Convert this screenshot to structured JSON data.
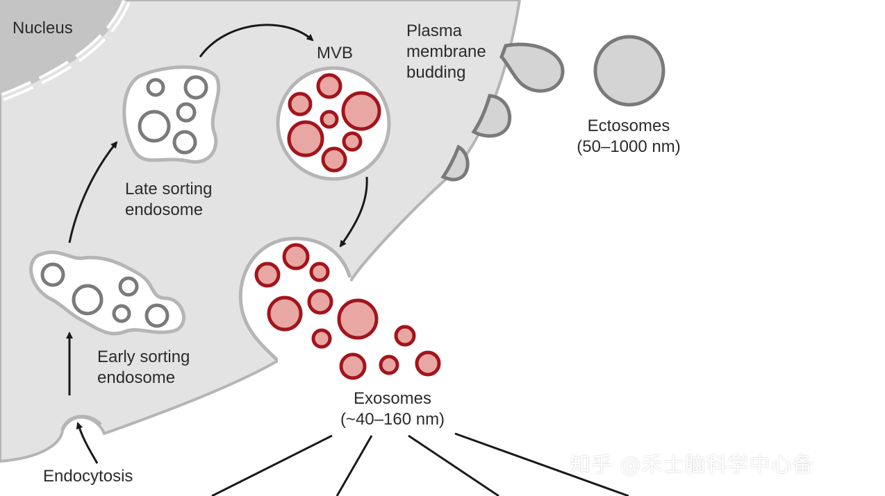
{
  "labels": {
    "nucleus": "Nucleus",
    "mvb": "MVB",
    "plasma_line1": "Plasma",
    "plasma_line2": "membrane",
    "plasma_line3": "budding",
    "late_line1": "Late sorting",
    "late_line2": "endosome",
    "early_line1": "Early sorting",
    "early_line2": "endosome",
    "ecto_line1": "Ectosomes",
    "ecto_line2": "(50–1000 nm)",
    "exo_line1": "Exosomes",
    "exo_line2": "(~40–160 nm)",
    "endocytosis": "Endocytosis"
  },
  "watermark": "知乎 @禾士脑科学中心备",
  "colors": {
    "cell_fill": "#e3e3e3",
    "nucleus_fill": "#c4c4c4",
    "membrane_stroke": "#b5b5b5",
    "vesicle_gray": "#7a7a7a",
    "exosome_stroke": "#a3141c",
    "exosome_fill": "#e8a7a3",
    "arrow": "#1a1a1a"
  }
}
